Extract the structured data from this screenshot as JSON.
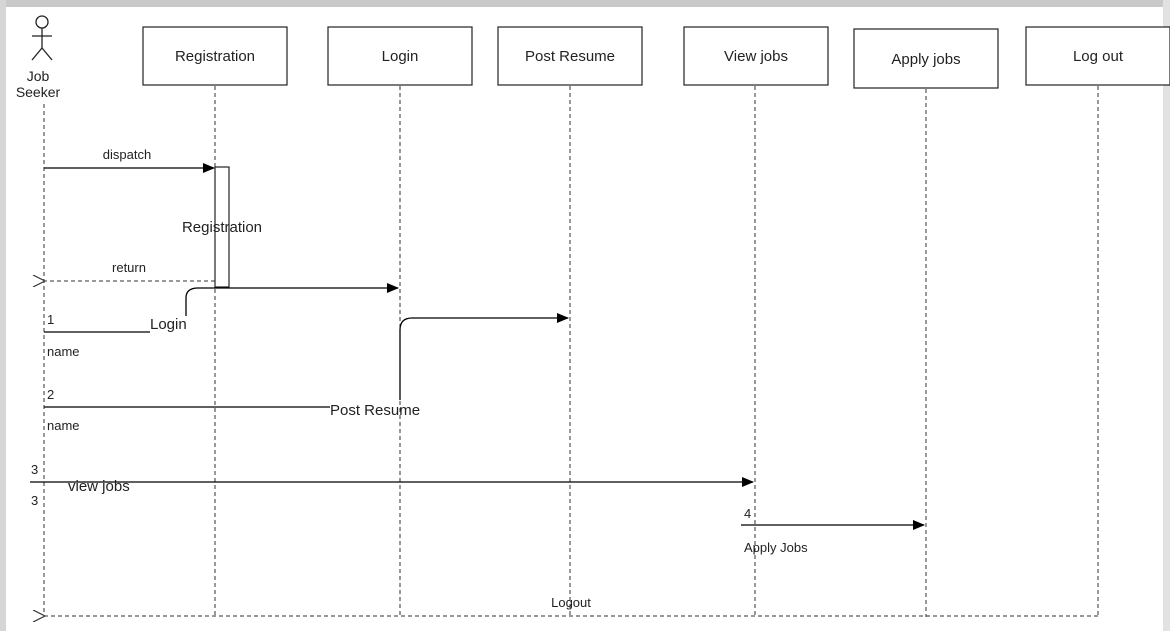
{
  "actor": {
    "name_line1": "Job",
    "name_line2": "Seeker"
  },
  "objects": {
    "registration": "Registration",
    "login": "Login",
    "post_resume": "Post Resume",
    "view_jobs": "View jobs",
    "apply_jobs": "Apply jobs",
    "log_out": "Log out"
  },
  "messages": {
    "dispatch": "dispatch",
    "registration_activation": "Registration",
    "return": "return",
    "step1_number": "1",
    "step1_label": "Login",
    "step1_name": "name",
    "step2_number": "2",
    "step2_label": "Post Resume",
    "step2_name": "name",
    "step3_number_top": "3",
    "step3_label": "view jobs",
    "step3_number_bottom": "3",
    "step4_number": "4",
    "step4_label": "Apply Jobs",
    "logout": "Logout"
  },
  "colors": {
    "frame_top": "#c9c9c9",
    "line": "#000000",
    "background": "#ffffff"
  }
}
